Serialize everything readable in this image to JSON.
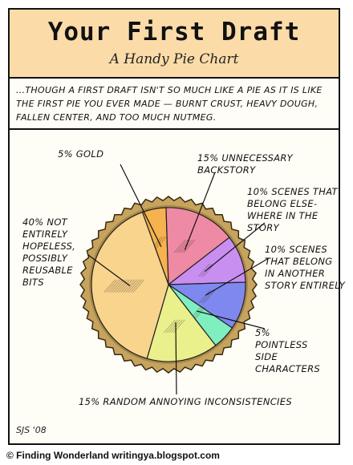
{
  "header": {
    "title": "Your First Draft",
    "subtitle": "A Handy Pie Chart"
  },
  "quote": "...THOUGH A FIRST DRAFT ISN'T SO MUCH LIKE A PIE AS IT IS LIKE THE FIRST PIE YOU EVER MADE — BURNT CRUST, HEAVY DOUGH, FALLEN CENTER, AND TOO MUCH NUTMEG.",
  "signature": "SJS '08",
  "credit": "© Finding Wonderland  writingya.blogspot.com",
  "colors": {
    "title_bg": "#fbdca8",
    "crust": "#c7a45e"
  },
  "chart_data": {
    "type": "pie",
    "title": "Your First Draft",
    "subtitle": "A Handy Pie Chart",
    "slices": [
      {
        "label": "5% GOLD",
        "value": 5,
        "color": "#f6b24e"
      },
      {
        "label": "15% UNNECESSARY BACKSTORY",
        "value": 15,
        "color": "#ef8aa4"
      },
      {
        "label": "10% SCENES THAT BELONG ELSE-WHERE IN THE STORY",
        "value": 10,
        "color": "#c98ff0"
      },
      {
        "label": "10% SCENES THAT BELONG IN ANOTHER STORY ENTIRELY",
        "value": 10,
        "color": "#7f88ef"
      },
      {
        "label": "5% POINTLESS SIDE CHARACTERS",
        "value": 5,
        "color": "#7fefc0"
      },
      {
        "label": "15% RANDOM ANNOYING INCONSISTENCIES",
        "value": 15,
        "color": "#e9f08c"
      },
      {
        "label": "40% NOT ENTIRELY HOPELESS, POSSIBLY REUSABLE BITS",
        "value": 40,
        "color": "#f8d48c"
      }
    ],
    "label_lines": [
      "5% GOLD",
      "15% UNNECESSARY\nBACKSTORY",
      "10% SCENES THAT\nBELONG ELSE-\nWHERE IN THE\nSTORY",
      "10% SCENES\nTHAT BELONG\nIN ANOTHER\nSTORY ENTIRELY",
      "5%\nPOINTLESS\nSIDE\nCHARACTERS",
      "15% RANDOM ANNOYING INCONSISTENCIES",
      "40% NOT\nENTIRELY\nHOPELESS,\nPOSSIBLY\nREUSABLE\nBITS"
    ]
  }
}
